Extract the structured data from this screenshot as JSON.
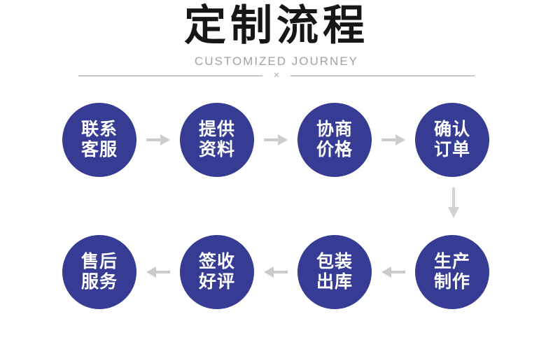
{
  "header": {
    "title": "定制流程",
    "subtitle": "CUSTOMIZED JOURNEY",
    "divider_mark": "×"
  },
  "colors": {
    "circle_fill": "#363c94",
    "step_text": "#ffffff",
    "arrow": "#cbcbcb",
    "title_text": "#161616",
    "subtitle_text": "#a2a2a2",
    "divider_line": "#9c9c9c"
  },
  "steps": [
    {
      "line1": "联系",
      "line2": "客服",
      "label": "联系客服"
    },
    {
      "line1": "提供",
      "line2": "资料",
      "label": "提供资料"
    },
    {
      "line1": "协商",
      "line2": "价格",
      "label": "协商价格"
    },
    {
      "line1": "确认",
      "line2": "订单",
      "label": "确认订单"
    },
    {
      "line1": "生产",
      "line2": "制作",
      "label": "生产制作"
    },
    {
      "line1": "包装",
      "line2": "出库",
      "label": "包装出库"
    },
    {
      "line1": "签收",
      "line2": "好评",
      "label": "签收好评"
    },
    {
      "line1": "售后",
      "line2": "服务",
      "label": "售后服务"
    }
  ],
  "flow": {
    "row1_direction": "left-to-right",
    "row2_direction": "right-to-left",
    "order": [
      "联系客服",
      "提供资料",
      "协商价格",
      "确认订单",
      "生产制作",
      "包装出库",
      "签收好评",
      "售后服务"
    ]
  }
}
